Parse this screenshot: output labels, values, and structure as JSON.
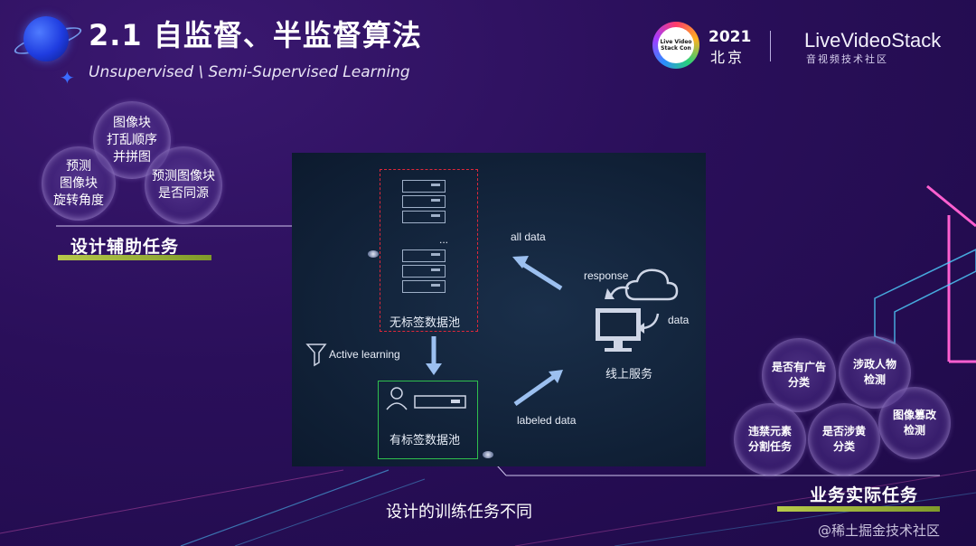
{
  "header": {
    "title": "2.1 自监督、半监督算法",
    "subtitle": "Unsupervised \\ Semi-Supervised Learning"
  },
  "logo": {
    "badge_lines": [
      "Live Video",
      "Stack Con"
    ],
    "year": "2021",
    "city": "北京",
    "brand": "LiveVideoStack",
    "brand_sub": "音视频技术社区"
  },
  "aux_tasks": {
    "label": "设计辅助任务",
    "bubbles": [
      {
        "lines": [
          "图像块",
          "打乱顺序",
          "并拼图"
        ]
      },
      {
        "lines": [
          "预测",
          "图像块",
          "旋转角度"
        ]
      },
      {
        "lines": [
          "预测图像块",
          "是否同源"
        ]
      }
    ]
  },
  "diagram": {
    "ellipsis": "...",
    "unlabeled_pool": "无标签数据池",
    "labeled_pool": "有标签数据池",
    "all_data": "all data",
    "labeled_data": "labeled data",
    "response": "response",
    "data": "data",
    "online_service": "线上服务",
    "active_learning": "Active learning"
  },
  "biz_tasks": {
    "label": "业务实际任务",
    "bubbles": [
      {
        "lines": [
          "是否有广告",
          "分类"
        ]
      },
      {
        "lines": [
          "涉政人物",
          "检测"
        ]
      },
      {
        "lines": [
          "图像篡改",
          "检测"
        ]
      },
      {
        "lines": [
          "违禁元素",
          "分割任务"
        ]
      },
      {
        "lines": [
          "是否涉黄",
          "分类"
        ]
      }
    ]
  },
  "caption": "设计的训练任务不同",
  "watermark": "@稀土掘金技术社区"
}
